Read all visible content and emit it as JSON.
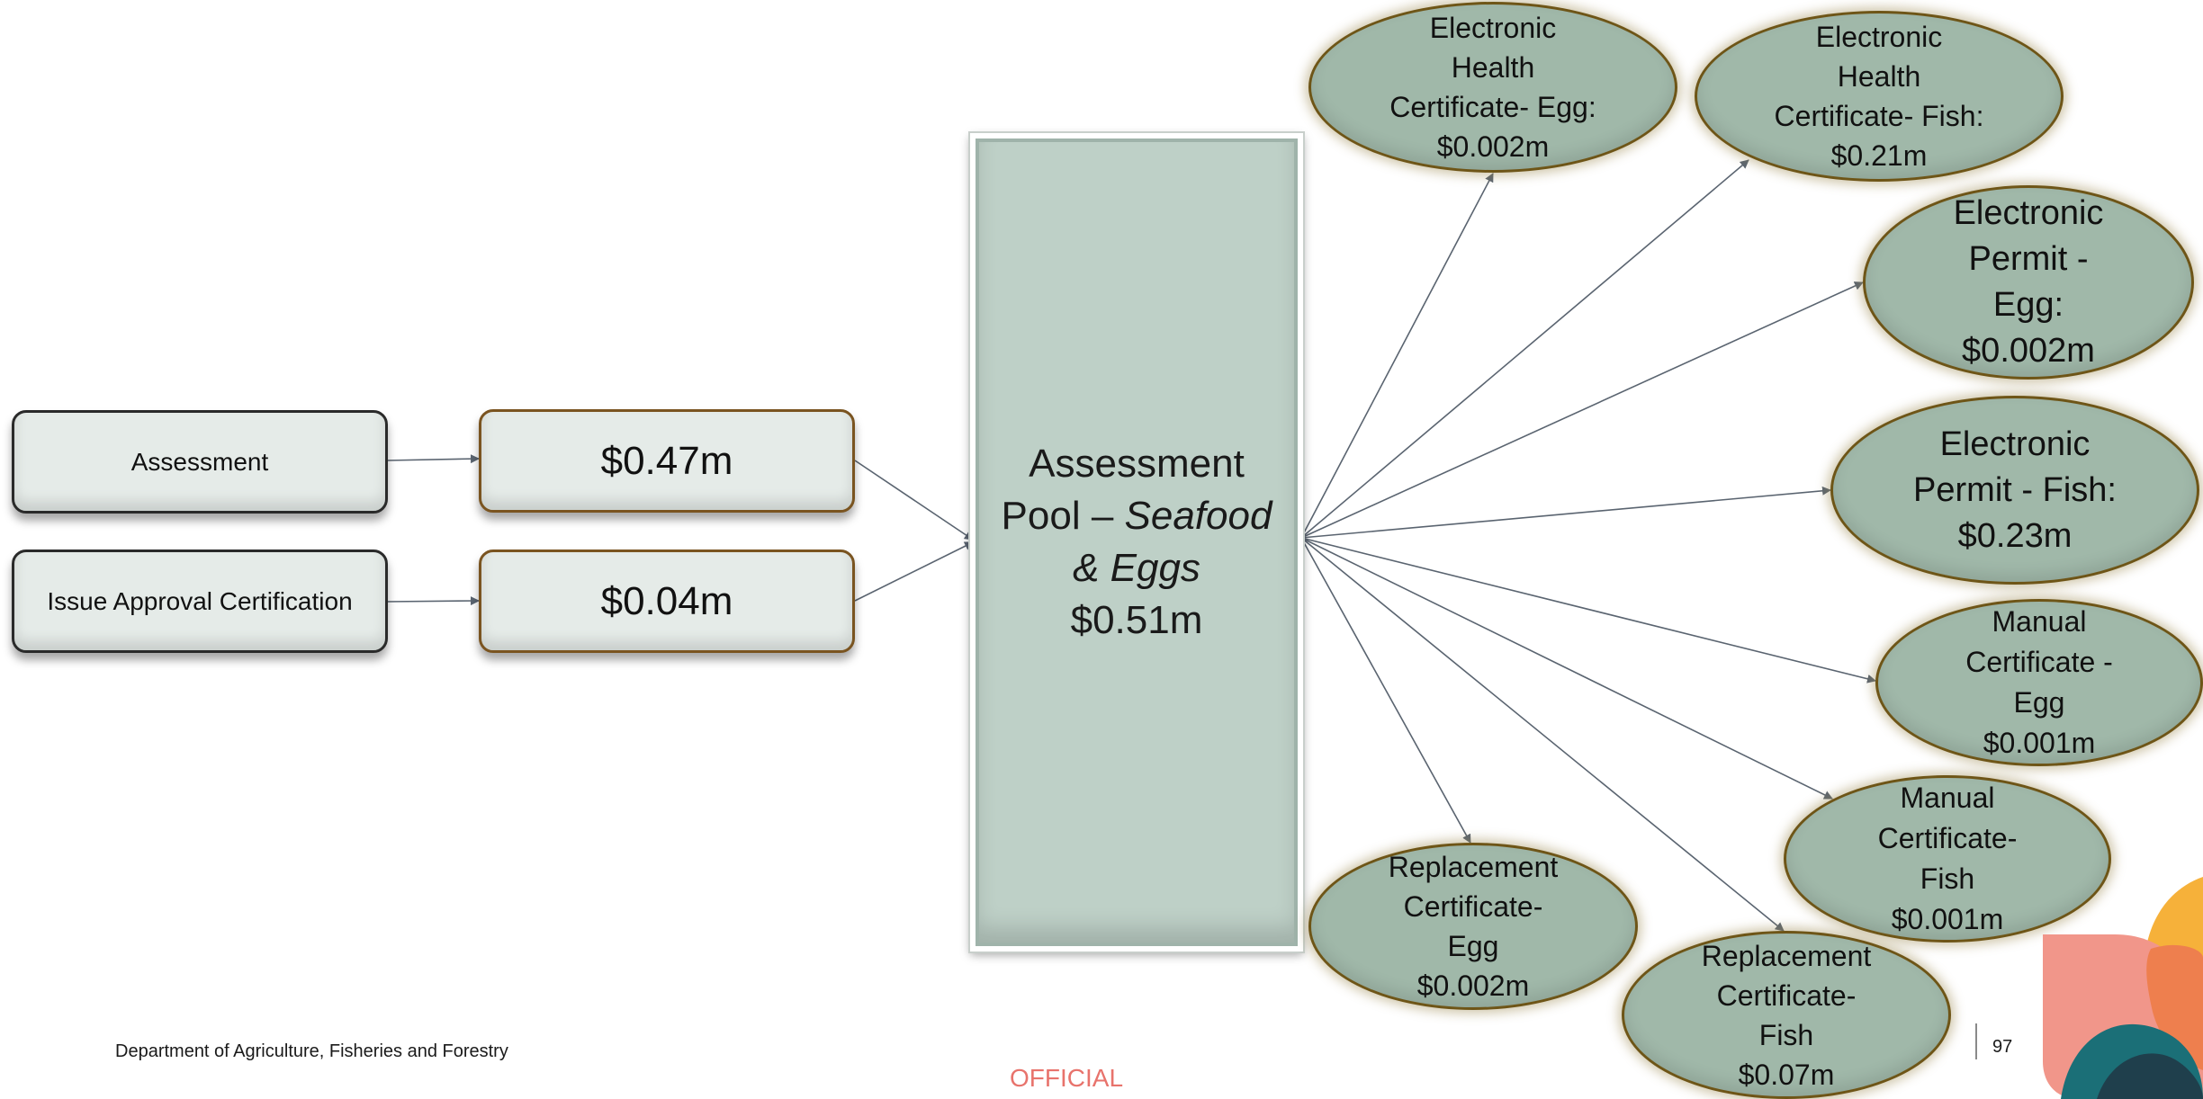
{
  "activities": {
    "assessment": "Assessment",
    "issue_approval": "Issue Approval Certification"
  },
  "costs": {
    "assessment": "$0.47m",
    "issue_approval": "$0.04m"
  },
  "pool": {
    "line1": "Assessment",
    "line2_prefix": "Pool – ",
    "line2_italic": "Seafood",
    "line3_italic": "& Eggs",
    "line4": "$0.51m"
  },
  "outputs": {
    "ehc_egg": [
      "Electronic",
      "Health",
      "Certificate- Egg:",
      "$0.002m"
    ],
    "ehc_fish": [
      "Electronic",
      "Health",
      "Certificate- Fish:",
      "$0.21m"
    ],
    "permit_egg": [
      "Electronic",
      "Permit -",
      "Egg:",
      "$0.002m"
    ],
    "permit_fish": [
      "Electronic",
      "Permit - Fish:",
      "$0.23m"
    ],
    "manual_egg": [
      "Manual",
      "Certificate -",
      "Egg",
      "$0.001m"
    ],
    "manual_fish": [
      "Manual",
      "Certificate-",
      "Fish",
      "$0.001m"
    ],
    "replace_egg": [
      "Replacement",
      "Certificate-",
      "Egg",
      "$0.002m"
    ],
    "replace_fish": [
      "Replacement",
      "Certificate-",
      "Fish",
      "$0.07m"
    ]
  },
  "footer": {
    "department": "Department of Agriculture, Fisheries and Forestry",
    "classification": "OFFICIAL",
    "page_number": "97"
  },
  "colors": {
    "pool_fill": "#bed0c7",
    "ellipse_fill": "#a0b8a9",
    "ellipse_border": "#6e5517",
    "box_fill": "#e5ebe8",
    "connector": "#5a6470",
    "official_text": "#e8736c"
  }
}
